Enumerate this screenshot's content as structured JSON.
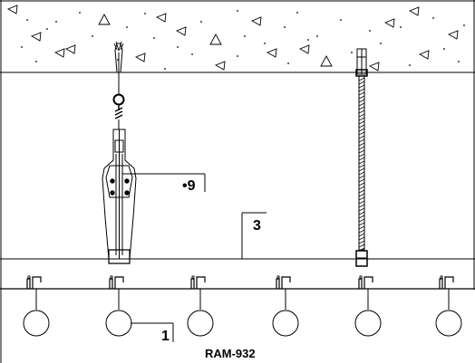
{
  "diagram": {
    "model_code": "RAM-932",
    "callouts": {
      "suspension_clamp": "•9",
      "lower_bar": "3",
      "ring_hanger": "1"
    },
    "concrete_marks": [
      "◁",
      "◁",
      "△",
      "◁",
      "◁",
      "◁",
      "△",
      "◁",
      "◁",
      "◁",
      "△",
      "◁",
      "◁",
      "◁",
      "◁",
      "◁",
      "◁",
      "◁",
      "◁"
    ],
    "stroke_color": "#000000"
  }
}
